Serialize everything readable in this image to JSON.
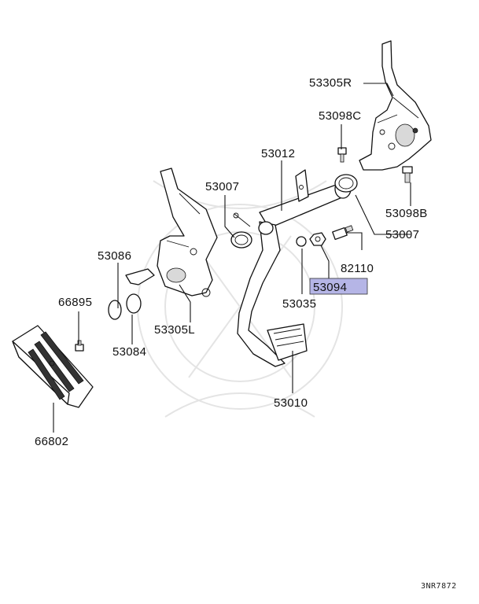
{
  "diagram": {
    "highlight_color": "#b5b5e6",
    "labels": {
      "53305R": "53305R",
      "53098C": "53098C",
      "53012": "53012",
      "53007_left": "53007",
      "53098B": "53098B",
      "53007_right": "53007",
      "53086": "53086",
      "82110": "82110",
      "53094": "53094",
      "66895": "66895",
      "53035": "53035",
      "53305L": "53305L",
      "53084": "53084",
      "53010": "53010",
      "66802": "66802"
    },
    "reference_code": "3NR7872"
  }
}
